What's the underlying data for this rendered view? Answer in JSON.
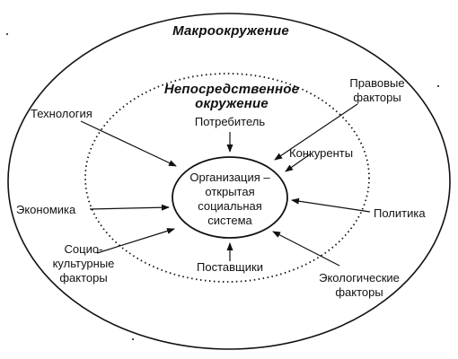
{
  "macro": {
    "title": "Макроокружение"
  },
  "micro": {
    "title_line1": "Непосредственное",
    "title_line2": "окружение"
  },
  "organization": {
    "line1": "Организация –",
    "line2": "открытая",
    "line3": "социальная",
    "line4": "система"
  },
  "inner_factors": {
    "consumer": "Потребитель",
    "competitors": "Конкуренты",
    "suppliers": "Поставщики"
  },
  "outer_factors": {
    "technology": "Технология",
    "economy": "Экономика",
    "socio_line1": "Социо-",
    "socio_line2": "культурные",
    "socio_line3": "факторы",
    "legal_line1": "Правовые",
    "legal_line2": "факторы",
    "politics": "Политика",
    "eco_line1": "Экологические",
    "eco_line2": "факторы"
  }
}
